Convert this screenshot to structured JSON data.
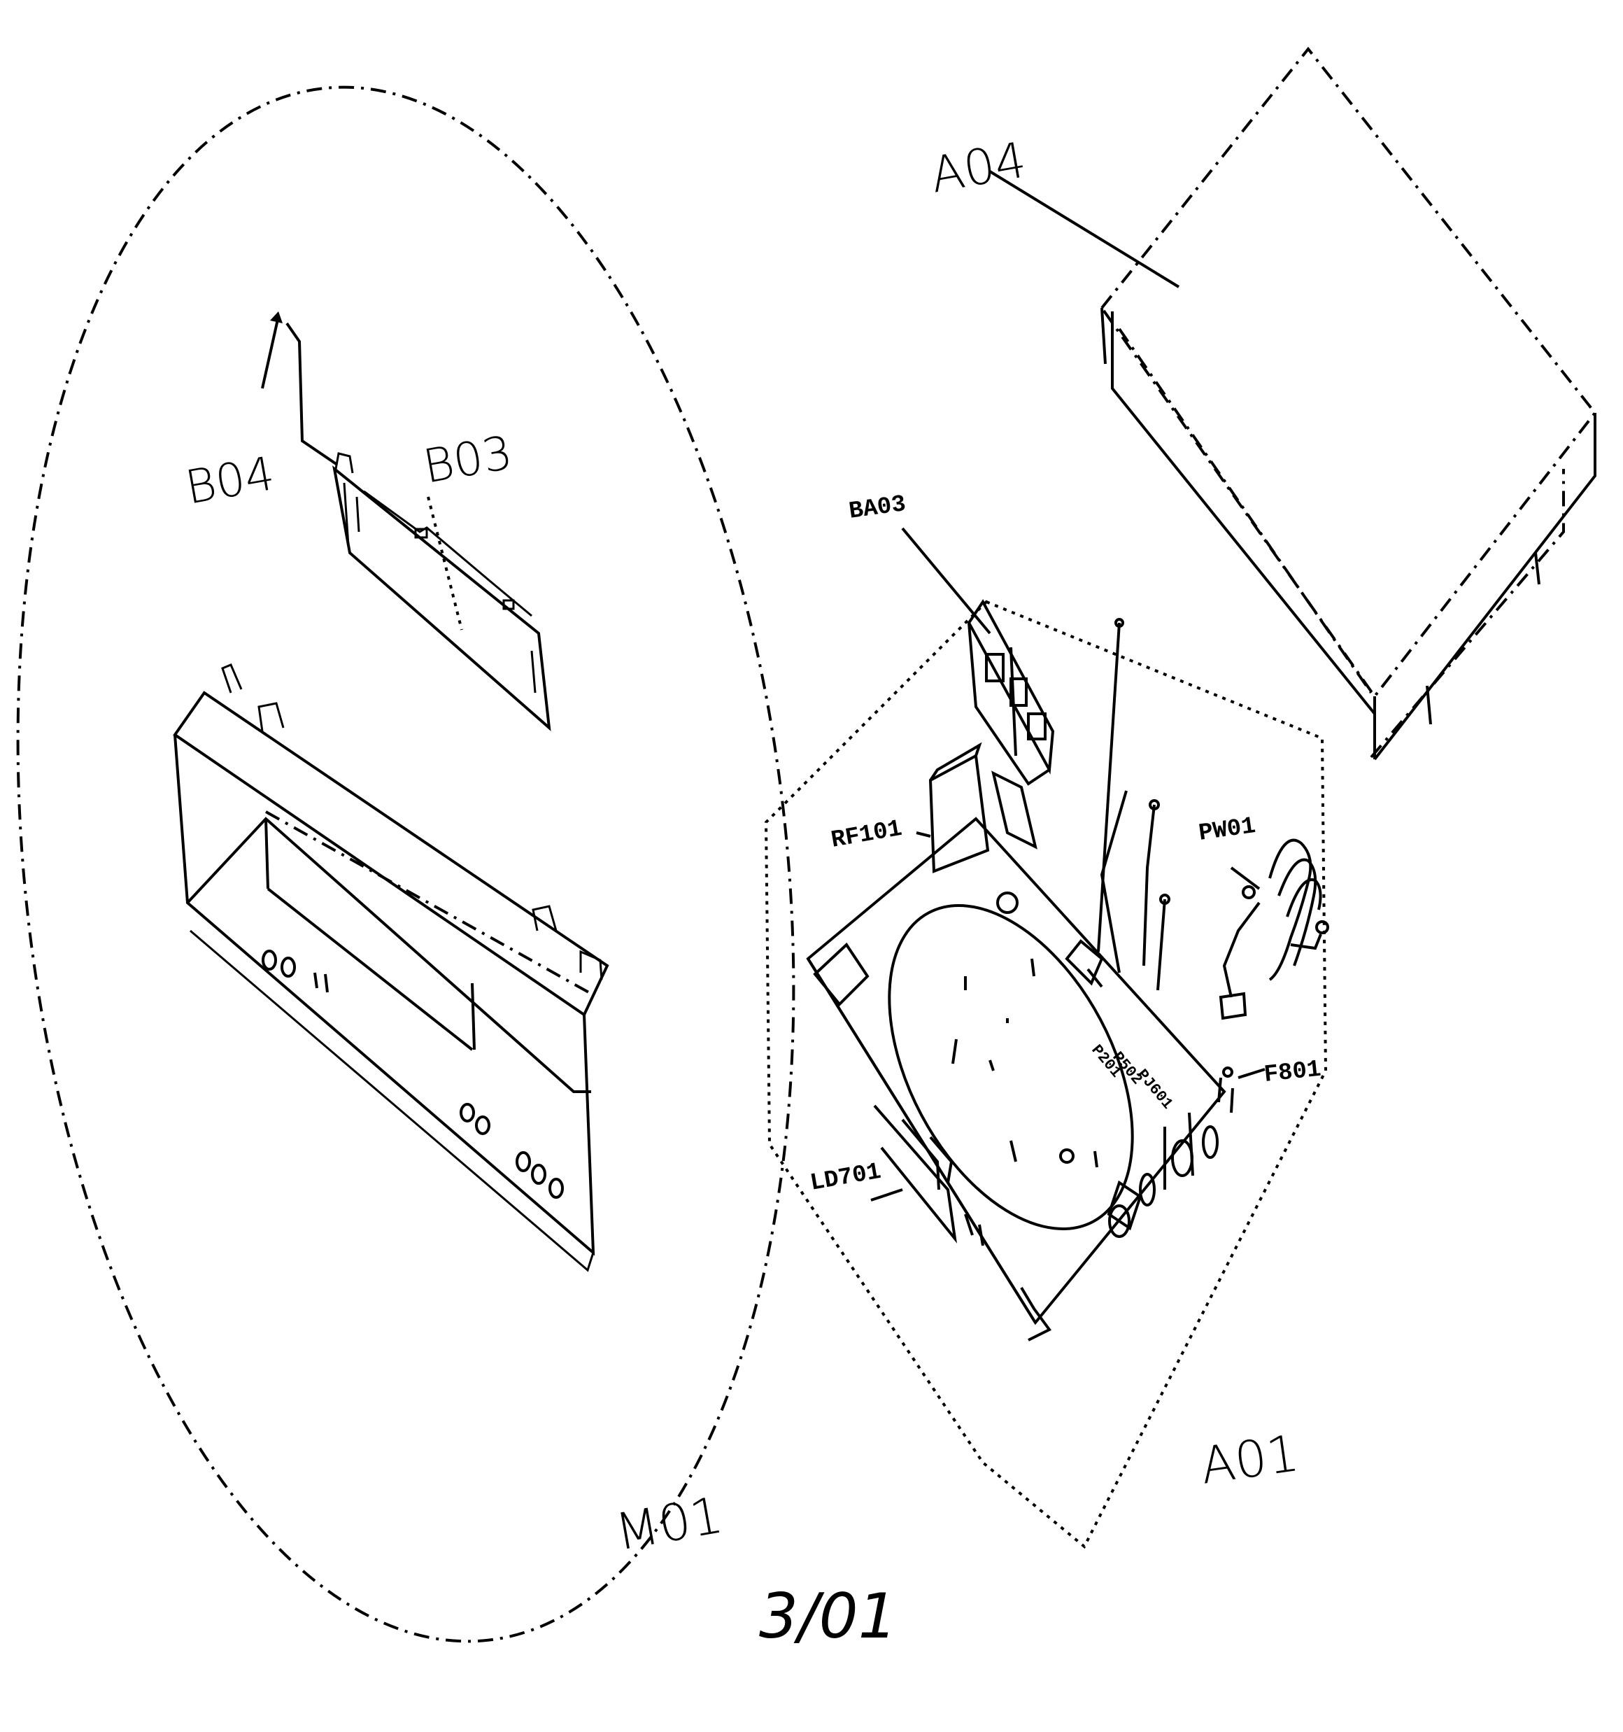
{
  "labels": {
    "b04": "B04",
    "b03": "B03",
    "a04": "A04",
    "ba03": "BA03",
    "rf101": "RF101",
    "pw01": "PW01",
    "f801": "F801",
    "ld701": "LD701",
    "a01": "A01",
    "m01": "M01",
    "p201": "P201",
    "p502": "P502",
    "pj601": "PJ601"
  },
  "footer": {
    "page": "3/01"
  }
}
